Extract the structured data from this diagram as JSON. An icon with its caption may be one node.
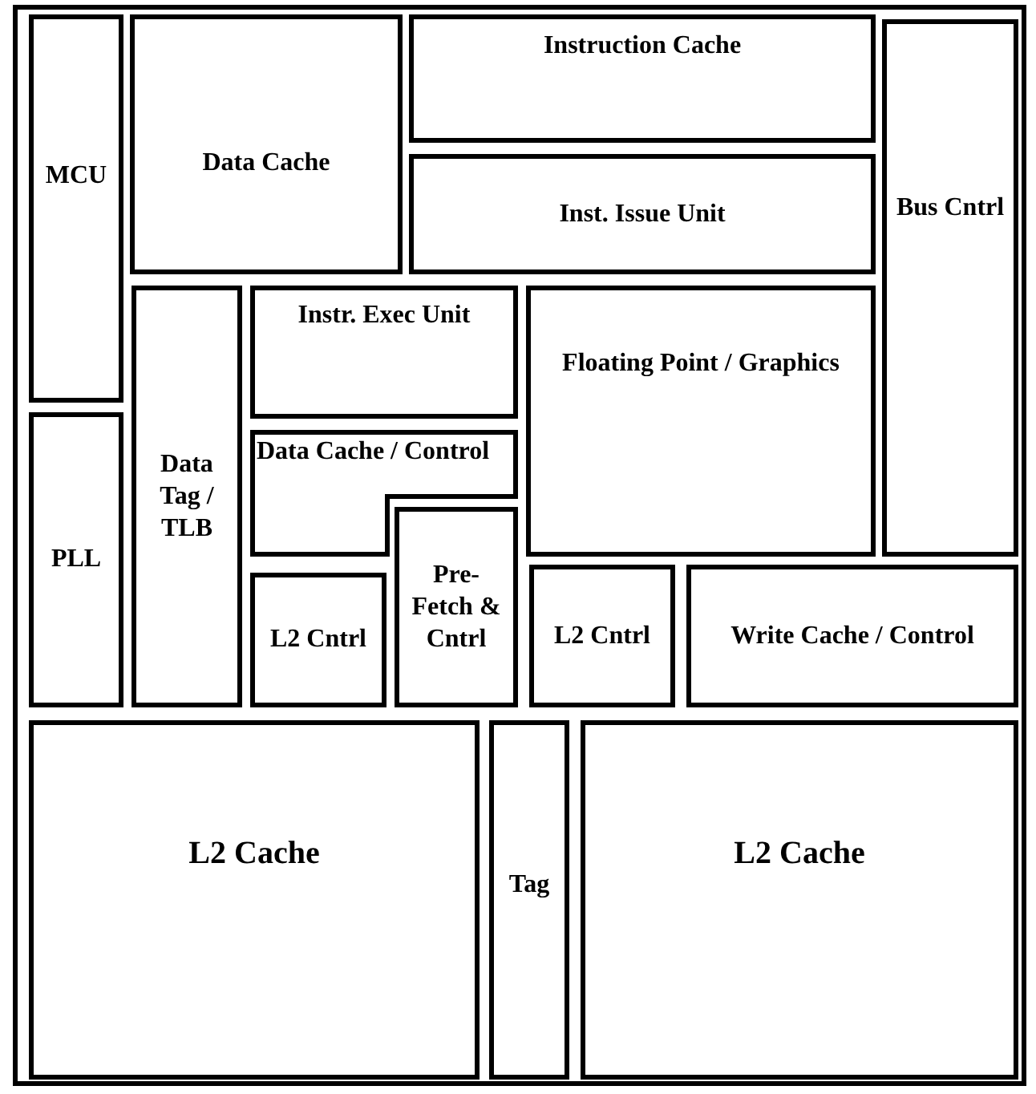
{
  "diagram": {
    "nodes": [
      {
        "text": [
          "Instruction Cache"
        ]
      },
      {
        "text": [
          "MCU"
        ]
      },
      {
        "text": [
          "Data Cache"
        ]
      },
      {
        "text": [
          "Bus Cntrl"
        ]
      },
      {
        "text": [
          "Inst. Issue Unit"
        ]
      },
      {
        "text": [
          "Data Tag / TLB"
        ]
      },
      {
        "text": [
          "Instr. Exec Unit"
        ]
      },
      {
        "text": [
          "Floating Point / Graphics"
        ]
      },
      {
        "text": [
          "PLL"
        ]
      },
      {
        "text": [
          "Data Cache / Control"
        ]
      },
      {
        "text": [
          "Pre-Fetch & Cntrl"
        ]
      },
      {
        "text": [
          "L2 Cntrl"
        ]
      },
      {
        "text": [
          "Write Cache / Control"
        ]
      },
      {
        "text": [
          "L2 Cntrl"
        ]
      },
      {
        "text": [
          "L2 Cache"
        ]
      },
      {
        "text": [
          "Tag"
        ]
      },
      {
        "text": [
          "L2 Cache"
        ]
      }
    ]
  }
}
